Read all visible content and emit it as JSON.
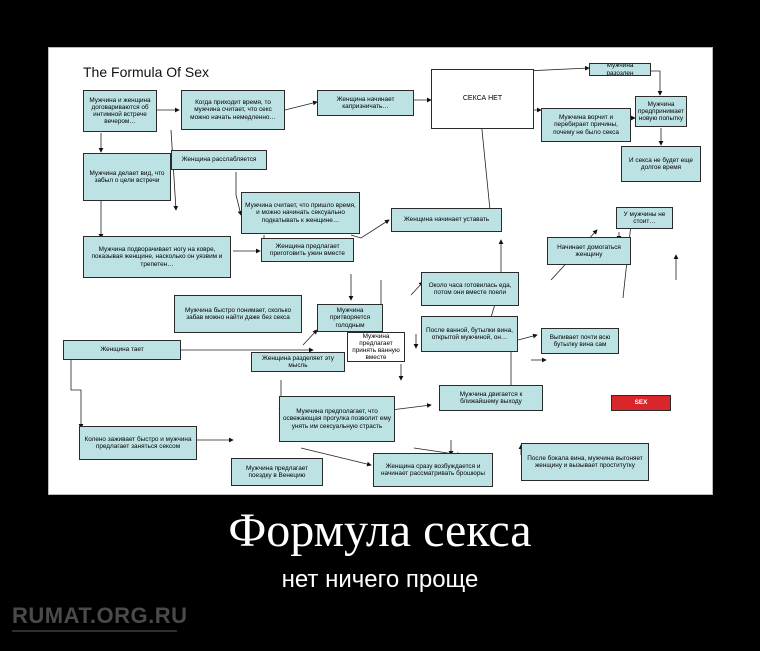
{
  "diagram": {
    "title": "The Formula Of Sex",
    "nodes": {
      "agree": "Мужчина и женщина договариваются об интимной встрече вечером…",
      "time": "Когда приходит время, то мужчина считает, что секс можно начать немедленно…",
      "capricious": "Женщина начинает капризничать…",
      "nosex": "СЕКСА НЕТ",
      "angry": "Мужчина разозлен",
      "grumbles": "Мужчина ворчит и перебирает причины, почему не было секса",
      "tryagain": "Мужчина предпринимает новую попытку",
      "nomore": "И секса не будет еще долгое время",
      "pretends": "Мужчина делает вид, что забыл о цели встречи",
      "relaxes": "Женщина расслабляется",
      "time2": "Мужчина считает, что пришло время, и можно начинать сексуально подкатывать к женщине…",
      "tired": "Женщина начинает уставать",
      "cantget": "У мужчины не стоит…",
      "knee": "Мужчина подворачивает ногу на ковре, показывая женщине, насколько он уязвим и трепетен…",
      "dinner": "Женщина предлагает приготовить ужин вместе",
      "pesters": "Начинает домогаться женщину",
      "cooked": "Около часа готовилась еда, потом они вместе поели",
      "realizes": "Мужчина быстро понимает, сколько забав можно найти даже без секса",
      "hungry": "Мужчина притворяется голодным",
      "bath": "Мужчина предлагает принять ванную вместе",
      "afterbath": "После ванной, бутылки вина, открытой мужчиной, он…",
      "drinks": "Выпивает почти всю бутылку вина сам",
      "melts": "Женщина тает",
      "shares": "Женщина разделяет эту мысль",
      "exit": "Мужчина двигается к ближайшему выходу",
      "sex": "SEX",
      "heals": "Колено заживает быстро и мужчина предлагает заняться сексом",
      "walk": "Мужчина предполагает, что освежающая прогулка позволит ему унять им сексуальную страсть",
      "venice": "Мужчина предлагает поездку в Венецию",
      "aroused": "Женщина сразу возбуждается и начинает рассматривать брошюры",
      "afterwine": "После бокала вина, мужчина выгоняет женщину и вызывает проститутку"
    }
  },
  "caption": {
    "title": "Формула секса",
    "subtitle": "нет ничего проще"
  },
  "watermark": "RUMAT.ORG.RU",
  "colors": {
    "node_fill": "#bde2e4",
    "sex_fill": "#d8262a",
    "background": "#000000"
  }
}
